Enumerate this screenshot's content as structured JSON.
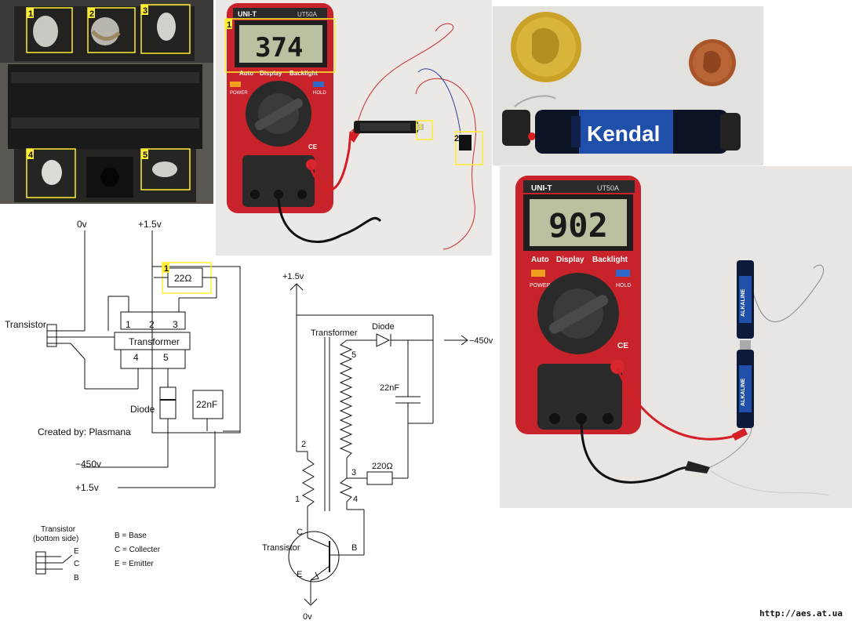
{
  "photo_transformer": {
    "markers": [
      "1",
      "2",
      "3",
      "4",
      "5"
    ]
  },
  "photo_meter1": {
    "brand": "UNI-T",
    "model": "UT50A",
    "reading": "374",
    "label_auto": "Auto",
    "label_display": "Display",
    "label_backlight": "Backlight",
    "label_power": "POWER",
    "label_hold": "HOLD",
    "label_ce": "CE",
    "marker_display": "1",
    "marker_lead": "2",
    "marker_battery": "3"
  },
  "photo_battery": {
    "battery_brand": "Kendal"
  },
  "photo_meter2": {
    "brand": "UNI-T",
    "model": "UT50A",
    "reading": "902",
    "label_auto": "Auto",
    "label_display": "Display",
    "label_backlight": "Backlight",
    "label_power": "POWER",
    "label_hold": "HOLD",
    "label_ce": "CE",
    "battery_label_top": "ALKALINE",
    "battery_label_bottom": "ALKALINE"
  },
  "wiring_diagram": {
    "label_0v": "0v",
    "label_plus_top": "+1.5v",
    "label_transistor": "Transistor",
    "label_transformer": "Transformer",
    "pin1": "1",
    "pin2": "2",
    "pin3": "3",
    "pin4": "4",
    "pin5": "5",
    "resistor": "22Ω",
    "resistor_marker": "1",
    "label_diode": "Diode",
    "capacitor": "22nF",
    "credit": "Created by: Plasmana",
    "label_minus450": "−450v",
    "label_plus_bottom": "+1.5v",
    "legend_title_1": "Transistor",
    "legend_title_2": "(bottom side)",
    "legend_e": "E",
    "legend_c": "C",
    "legend_b": "B",
    "legend_base": "B = Base",
    "legend_collector": "C = Collecter",
    "legend_emitter": "E = Emitter"
  },
  "schematic": {
    "label_plus": "+1.5v",
    "label_transformer": "Transformer",
    "label_diode": "Diode",
    "label_output": "−450v",
    "capacitor": "22nF",
    "resistor": "220Ω",
    "pin1": "1",
    "pin2": "2",
    "pin3": "3",
    "pin4": "4",
    "pin5": "5",
    "label_c": "C",
    "label_b": "B",
    "label_e": "E",
    "label_transistor": "Transistor",
    "label_0v": "0v"
  },
  "watermark": "http://aes.at.ua",
  "colors": {
    "meter_red": "#c8222a",
    "lcd": "#b9c2a0",
    "marker_yellow": "#ffee33",
    "battery_blue": "#1f4fa8"
  }
}
